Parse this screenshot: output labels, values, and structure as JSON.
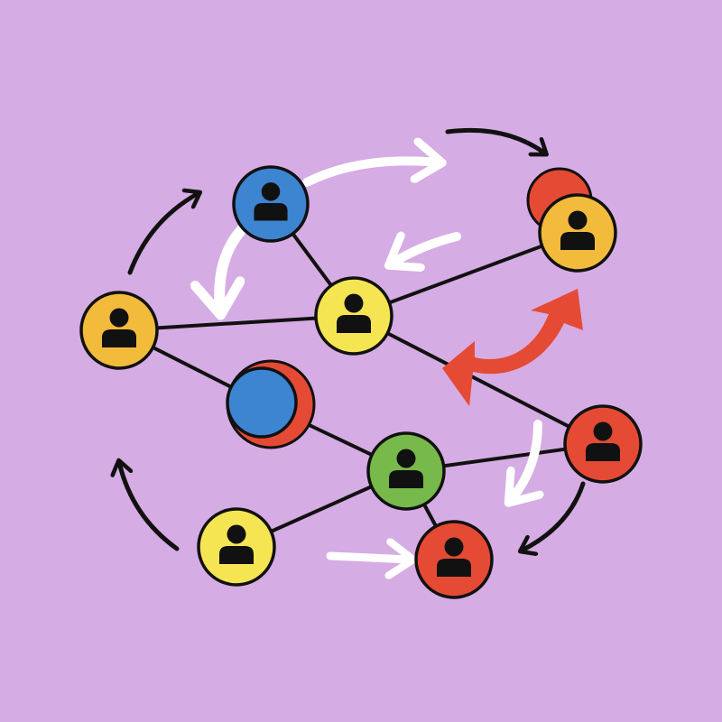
{
  "colors": {
    "background": "#d6ace4",
    "blue": "#3d84d1",
    "yellow": "#f6e553",
    "orange": "#f3bb3c",
    "red": "#e54a35",
    "green": "#78b94c",
    "outline": "#111111",
    "white_arrow": "#ffffff",
    "black_arrow": "#111111",
    "red_arrow": "#e54a35"
  },
  "icons": {
    "person": "person-icon",
    "node": "user-node"
  },
  "diagram": {
    "kind": "social-network",
    "nodes": [
      {
        "id": "n-blue-top",
        "color": "blue",
        "icon": "person-icon"
      },
      {
        "id": "n-yellow-center",
        "color": "yellow",
        "icon": "person-icon"
      },
      {
        "id": "n-orange-left",
        "color": "orange",
        "icon": "person-icon"
      },
      {
        "id": "n-orange-topright",
        "color": "orange",
        "icon": "person-icon",
        "shadow_color": "red"
      },
      {
        "id": "n-blue-partial",
        "color": "blue",
        "icon": "none",
        "shadow_color": "red"
      },
      {
        "id": "n-green",
        "color": "green",
        "icon": "person-icon"
      },
      {
        "id": "n-red-right",
        "color": "red",
        "icon": "person-icon"
      },
      {
        "id": "n-yellow-bottom",
        "color": "yellow",
        "icon": "person-icon"
      },
      {
        "id": "n-red-bottom",
        "color": "red",
        "icon": "person-icon"
      }
    ],
    "edges": [
      [
        "n-blue-top",
        "n-yellow-center"
      ],
      [
        "n-orange-left",
        "n-yellow-center"
      ],
      [
        "n-yellow-center",
        "n-orange-topright"
      ],
      [
        "n-orange-left",
        "n-blue-partial"
      ],
      [
        "n-yellow-center",
        "n-red-right"
      ],
      [
        "n-blue-partial",
        "n-green"
      ],
      [
        "n-green",
        "n-red-right"
      ],
      [
        "n-green",
        "n-yellow-bottom"
      ],
      [
        "n-green",
        "n-red-bottom"
      ]
    ],
    "arrows": [
      {
        "id": "arrow-white-top",
        "color": "white_arrow",
        "type": "curved"
      },
      {
        "id": "arrow-black-top",
        "color": "black_arrow",
        "type": "curved"
      },
      {
        "id": "arrow-black-upper-left",
        "color": "black_arrow",
        "type": "curved"
      },
      {
        "id": "arrow-white-left-down",
        "color": "white_arrow",
        "type": "curved"
      },
      {
        "id": "arrow-white-right-small",
        "color": "white_arrow",
        "type": "curved"
      },
      {
        "id": "arrow-red-double",
        "color": "red_arrow",
        "type": "double-curved"
      },
      {
        "id": "arrow-white-right-down",
        "color": "white_arrow",
        "type": "curved"
      },
      {
        "id": "arrow-black-right-down",
        "color": "black_arrow",
        "type": "curved"
      },
      {
        "id": "arrow-black-lower-left",
        "color": "black_arrow",
        "type": "curved"
      },
      {
        "id": "arrow-white-bottom",
        "color": "white_arrow",
        "type": "straight"
      }
    ]
  }
}
